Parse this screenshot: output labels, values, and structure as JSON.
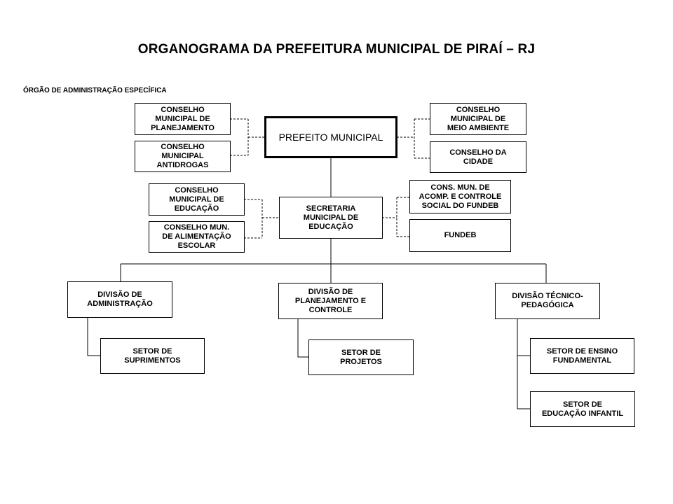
{
  "title": "ORGANOGRAMA DA PREFEITURA MUNICIPAL DE PIRAÍ – RJ",
  "subtitle": "ÓRGÃO DE ADMINISTRAÇÃO ESPECÍFICA",
  "nodes": {
    "prefeito": "PREFEITO MUNICIPAL",
    "cons_planejamento": "CONSELHO\nMUNICIPAL DE\nPLANEJAMENTO",
    "cons_antidrogas": "CONSELHO\nMUNICIPAL\nANTIDROGAS",
    "cons_meio_ambiente": "CONSELHO\nMUNICIPAL DE\nMEIO AMBIENTE",
    "cons_cidade": "CONSELHO DA\nCIDADE",
    "secretaria": "SECRETARIA\nMUNICIPAL DE\nEDUCAÇÃO",
    "cons_educacao": "CONSELHO\nMUNICIPAL DE\nEDUCAÇÃO",
    "cons_alimentacao": "CONSELHO MUN.\nDE ALIMENTAÇÃO\nESCOLAR",
    "cons_fundeb": "CONS. MUN. DE\nACOMP. E CONTROLE\nSOCIAL DO FUNDEB",
    "fundeb": "FUNDEB",
    "div_administracao": "DIVISÃO DE\nADMINISTRAÇÃO",
    "div_planejamento": "DIVISÃO DE\nPLANEJAMENTO E\nCONTROLE",
    "div_tecnico": "DIVISÃO TÉCNICO-\nPEDAGÓGICA",
    "setor_suprimentos": "SETOR DE\nSUPRIMENTOS",
    "setor_projetos": "SETOR DE\nPROJETOS",
    "setor_fundamental": "SETOR DE ENSINO\nFUNDAMENTAL",
    "setor_infantil": "SETOR DE\nEDUCAÇÃO INFANTIL"
  }
}
